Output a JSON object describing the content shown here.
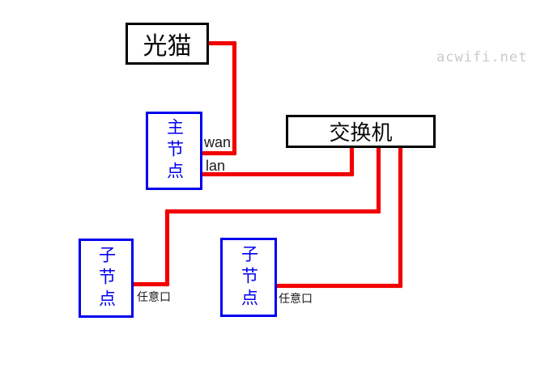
{
  "watermark": "acwifi.net",
  "colors": {
    "connection": "#f20000",
    "primary_border": "#000000",
    "secondary": "#0000ee"
  },
  "nodes": {
    "modem": {
      "label": "光猫"
    },
    "main_node": {
      "label": "主节点"
    },
    "switch": {
      "label": "交换机"
    },
    "child_node_left": {
      "label": "子节点"
    },
    "child_node_right": {
      "label": "子节点"
    }
  },
  "port_labels": {
    "wan": "wan",
    "lan": "lan",
    "any_port_left": "任意口",
    "any_port_right": "任意口"
  },
  "edges": [
    {
      "from": "modem",
      "to": "main_node",
      "port": "wan"
    },
    {
      "from": "main_node",
      "to": "switch",
      "port": "lan"
    },
    {
      "from": "switch",
      "to": "child_node_left",
      "port": "任意口"
    },
    {
      "from": "switch",
      "to": "child_node_right",
      "port": "任意口"
    }
  ]
}
